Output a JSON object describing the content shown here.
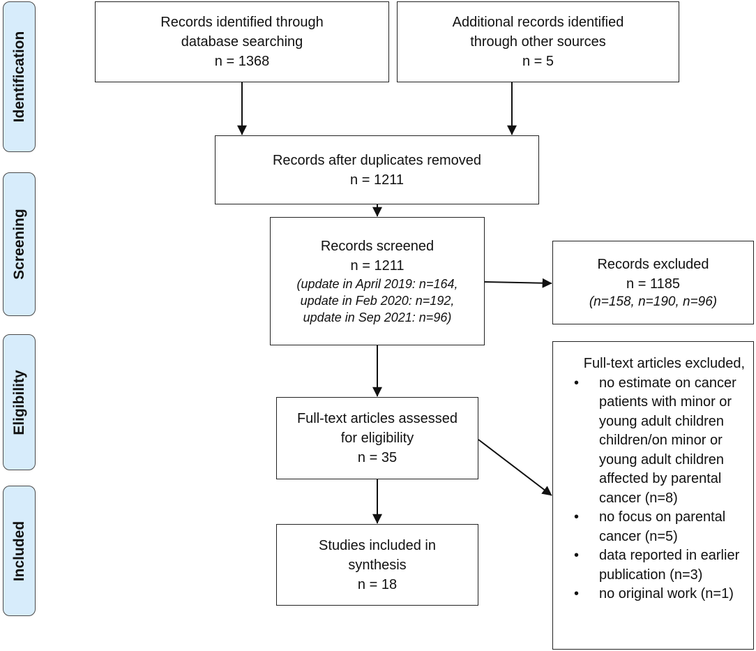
{
  "stages": {
    "identification": "Identification",
    "screening": "Screening",
    "eligibility": "Eligibility",
    "included": "Included"
  },
  "boxes": {
    "database": {
      "line1": "Records identified through",
      "line2": "database searching",
      "count": "n = 1368"
    },
    "other": {
      "line1": "Additional records identified",
      "line2": "through other sources",
      "count": "n = 5"
    },
    "deduplicated": {
      "line1": "Records after duplicates removed",
      "count": "n = 1211"
    },
    "screened": {
      "line1": "Records screened",
      "count": "n = 1211",
      "note1": "(update in April 2019: n=164,",
      "note2": "update in Feb 2020: n=192,",
      "note3": "update in Sep 2021: n=96)"
    },
    "excluded_records": {
      "line1": "Records excluded",
      "count": "n = 1185",
      "note": "(n=158, n=190, n=96)"
    },
    "fulltext": {
      "line1": "Full-text articles assessed",
      "line2": "for eligibility",
      "count": "n = 35"
    },
    "included": {
      "line1": "Studies included in",
      "line2": "synthesis",
      "count": "n = 18"
    },
    "fulltext_excluded": {
      "header": "Full-text articles excluded,",
      "items": [
        "no estimate on cancer patients with minor or young adult children children/on minor or young adult children affected by parental cancer (n=8)",
        "no focus on parental cancer (n=5)",
        "data reported in earlier publication (n=3)",
        "no original work (n=1)"
      ]
    }
  }
}
